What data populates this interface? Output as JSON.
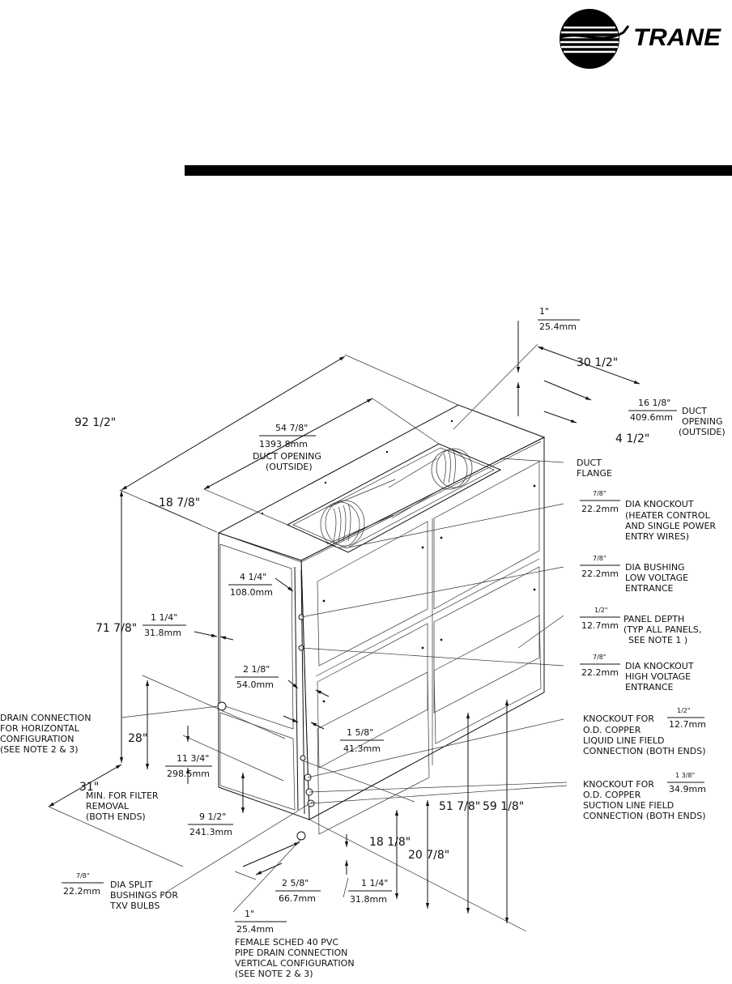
{
  "brand": {
    "logo_text": "TRANE"
  },
  "drawing": {
    "dims": {
      "overall_length": "92 1/2\"",
      "height": "71 7/8\"",
      "width": "30 1/2\"",
      "duct_len_in": "54 7/8\"",
      "duct_len_mm": "1393.8mm",
      "duct_open_1": "DUCT OPENING",
      "duct_open_2": "(OUTSIDE)",
      "offset_18_7_8": "18 7/8\"",
      "flange_in": "1\"",
      "flange_mm": "25.4mm",
      "duct_w_in": "16 1/8\"",
      "duct_w_mm": "409.6mm",
      "duct_w_l1": "DUCT",
      "duct_w_l2": "OPENING",
      "duct_w_l3": "(OUTSIDE)",
      "offset_4_1_2": "4 1/2\"",
      "duct_flange_1": "DUCT",
      "duct_flange_2": "FLANGE",
      "k1_in": "7/8\"",
      "k1_mm": "22.2mm",
      "k1_l1": "DIA KNOCKOUT",
      "k1_l2": "(HEATER CONTROL",
      "k1_l3": "AND SINGLE POWER",
      "k1_l4": "ENTRY WIRES)",
      "k2_in": "7/8\"",
      "k2_mm": "22.2mm",
      "k2_l1": "DIA BUSHING",
      "k2_l2": "LOW VOLTAGE",
      "k2_l3": "ENTRANCE",
      "pd_in": "1/2\"",
      "pd_mm": "12.7mm",
      "pd_l1": "PANEL DEPTH",
      "pd_l2": "(TYP ALL PANELS,",
      "pd_l3": "SEE NOTE 1 )",
      "k3_in": "7/8\"",
      "k3_mm": "22.2mm",
      "k3_l1": "DIA KNOCKOUT",
      "k3_l2": "HIGH VOLTAGE",
      "k3_l3": "ENTRANCE",
      "d_4_1_4_in": "4 1/4\"",
      "d_4_1_4_mm": "108.0mm",
      "d_1_1_4_in": "1 1/4\"",
      "d_1_1_4_mm": "31.8mm",
      "d_2_1_8_in": "2 1/8\"",
      "d_2_1_8_mm": "54.0mm",
      "d_1_5_8_in": "1 5/8\"",
      "d_1_5_8_mm": "41.3mm",
      "d_11_3_4_in": "11 3/4\"",
      "d_11_3_4_mm": "298.5mm",
      "d_9_1_2_in": "9 1/2\"",
      "d_9_1_2_mm": "241.3mm",
      "d_28": "28\"",
      "d_31": "31\"",
      "filter_l1": "MIN. FOR FILTER",
      "filter_l2": "REMOVAL",
      "filter_l3": "(BOTH ENDS)",
      "drain_l1": "DRAIN CONNECTION",
      "drain_l2": "FOR HORIZONTAL",
      "drain_l3": "CONFIGURATION",
      "drain_l4": "(SEE NOTE 2 & 3)",
      "liq_l1": "KNOCKOUT FOR",
      "liq_in": "1/2\"",
      "liq_mm": "12.7mm",
      "liq_l2": "O.D. COPPER",
      "liq_l3": "LIQUID LINE FIELD",
      "liq_l4": "CONNECTION (BOTH ENDS)",
      "suc_l1": "KNOCKOUT FOR",
      "suc_in": "1 3/8\"",
      "suc_mm": "34.9mm",
      "suc_l2": "O.D. COPPER",
      "suc_l3": "SUCTION LINE FIELD",
      "suc_l4": "CONNECTION (BOTH ENDS)",
      "d_51_7_8": "51 7/8\"",
      "d_59_1_8": "59 1/8\"",
      "d_18_1_8": "18 1/8\"",
      "d_20_7_8": "20 7/8\"",
      "d_2_5_8_in": "2 5/8\"",
      "d_2_5_8_mm": "66.7mm",
      "d_1_1_4b_in": "1 1/4\"",
      "d_1_1_4b_mm": "31.8mm",
      "split_in": "7/8\"",
      "split_mm": "22.2mm",
      "split_l1": "DIA SPLIT",
      "split_l2": "BUSHINGS FOR",
      "split_l3": "TXV BULBS",
      "pvc_in": "1\"",
      "pvc_mm": "25.4mm",
      "pvc_l1": "FEMALE SCHED 40 PVC",
      "pvc_l2": "PIPE DRAIN CONNECTION",
      "pvc_l3": "VERTICAL CONFIGURATION",
      "pvc_l4": "(SEE NOTE 2 & 3)"
    }
  }
}
